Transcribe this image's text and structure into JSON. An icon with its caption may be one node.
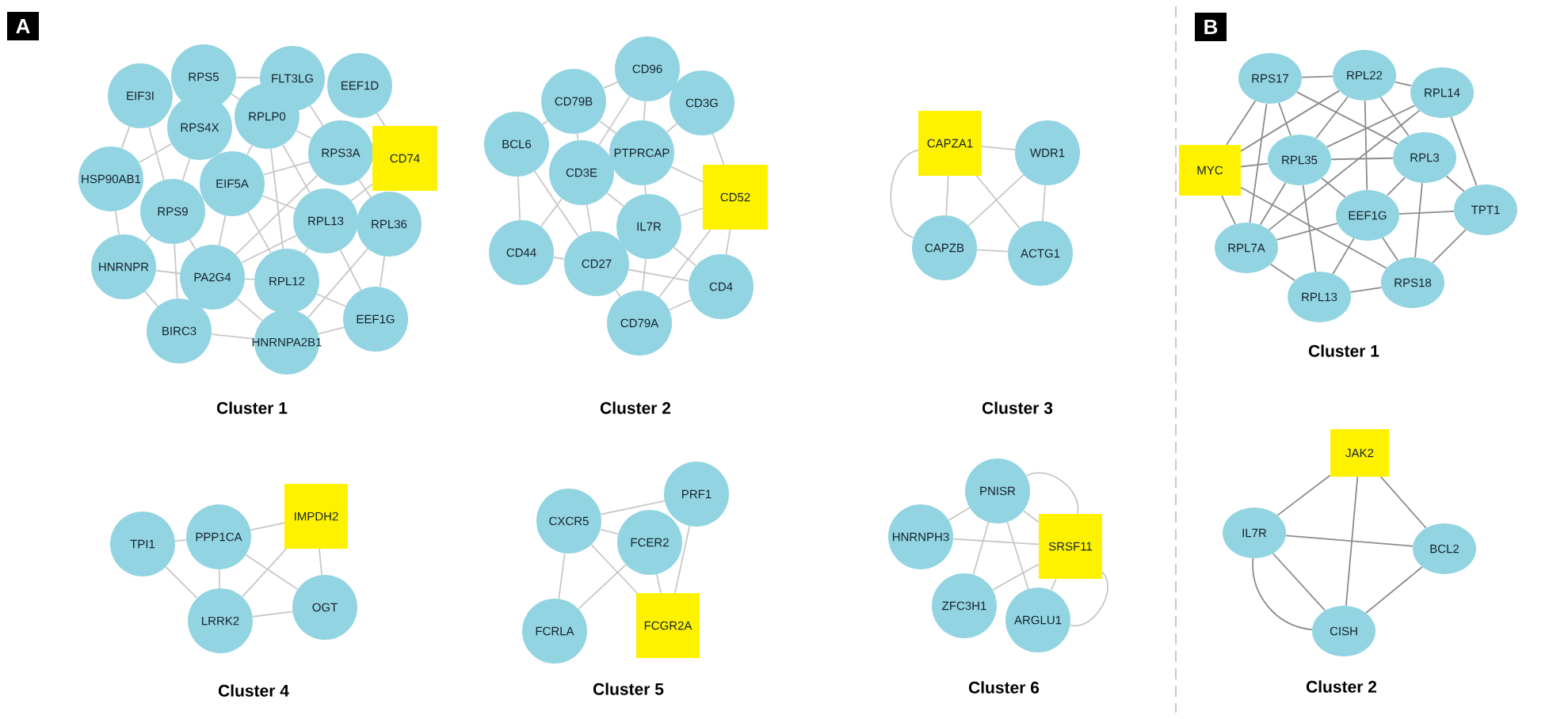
{
  "diagram": {
    "nodes": [
      {
        "text": [
          "RPS5"
        ]
      },
      {
        "text": [
          "FLT3LG"
        ]
      },
      {
        "text": [
          "EEF1D"
        ]
      },
      {
        "text": [
          "EIF3I"
        ]
      },
      {
        "text": [
          "RPS4X"
        ]
      },
      {
        "text": [
          "RPLP0"
        ]
      },
      {
        "text": [
          "RPS3A"
        ]
      },
      {
        "text": [
          "CD74"
        ]
      },
      {
        "text": [
          "HSP90AB1"
        ]
      },
      {
        "text": [
          "EIF5A"
        ]
      },
      {
        "text": [
          "RPS9"
        ]
      },
      {
        "text": [
          "RPL13"
        ]
      },
      {
        "text": [
          "RPL36"
        ]
      },
      {
        "text": [
          "HNRNPR"
        ]
      },
      {
        "text": [
          "PA2G4"
        ]
      },
      {
        "text": [
          "RPL12"
        ]
      },
      {
        "text": [
          "EEF1G"
        ]
      },
      {
        "text": [
          "BIRC3"
        ]
      },
      {
        "text": [
          "HNRNPA2B1"
        ]
      },
      {
        "text": [
          "CD96"
        ]
      },
      {
        "text": [
          "CD79B"
        ]
      },
      {
        "text": [
          "CD3G"
        ]
      },
      {
        "text": [
          "BCL6"
        ]
      },
      {
        "text": [
          "PTPRCAP"
        ]
      },
      {
        "text": [
          "CD3E"
        ]
      },
      {
        "text": [
          "CD52"
        ]
      },
      {
        "text": [
          "IL7R"
        ]
      },
      {
        "text": [
          "CD44"
        ]
      },
      {
        "text": [
          "CD27"
        ]
      },
      {
        "text": [
          "CD4"
        ]
      },
      {
        "text": [
          "CD79A"
        ]
      },
      {
        "text": [
          "CAPZA1"
        ]
      },
      {
        "text": [
          "WDR1"
        ]
      },
      {
        "text": [
          "CAPZB"
        ]
      },
      {
        "text": [
          "ACTG1"
        ]
      },
      {
        "text": [
          "TPI1"
        ]
      },
      {
        "text": [
          "PPP1CA"
        ]
      },
      {
        "text": [
          "IMPDH2"
        ]
      },
      {
        "text": [
          "LRRK2"
        ]
      },
      {
        "text": [
          "OGT"
        ]
      },
      {
        "text": [
          "CXCR5"
        ]
      },
      {
        "text": [
          "PRF1"
        ]
      },
      {
        "text": [
          "FCER2"
        ]
      },
      {
        "text": [
          "FCRLA"
        ]
      },
      {
        "text": [
          "FCGR2A"
        ]
      },
      {
        "text": [
          "PNISR"
        ]
      },
      {
        "text": [
          "HNRNPH3"
        ]
      },
      {
        "text": [
          "SRSF11"
        ]
      },
      {
        "text": [
          "ZFC3H1"
        ]
      },
      {
        "text": [
          "ARGLU1"
        ]
      },
      {
        "text": [
          "RPS17"
        ]
      },
      {
        "text": [
          "RPL22"
        ]
      },
      {
        "text": [
          "RPL14"
        ]
      },
      {
        "text": [
          "MYC"
        ]
      },
      {
        "text": [
          "RPL35"
        ]
      },
      {
        "text": [
          "RPL3"
        ]
      },
      {
        "text": [
          "EEF1G"
        ]
      },
      {
        "text": [
          "TPT1"
        ]
      },
      {
        "text": [
          "RPL7A"
        ]
      },
      {
        "text": [
          "RPL13"
        ]
      },
      {
        "text": [
          "RPS18"
        ]
      },
      {
        "text": [
          "JAK2"
        ]
      },
      {
        "text": [
          "IL7R"
        ]
      },
      {
        "text": [
          "BCL2"
        ]
      },
      {
        "text": [
          "CISH"
        ]
      }
    ],
    "edges": [
      {
        "from": 0,
        "to": 1,
        "arrow": "none"
      },
      {
        "from": 0,
        "to": 5,
        "arrow": "none"
      },
      {
        "from": 1,
        "to": 6,
        "arrow": "none"
      },
      {
        "from": 2,
        "to": 7,
        "arrow": "none"
      },
      {
        "from": 3,
        "to": 8,
        "arrow": "none"
      },
      {
        "from": 3,
        "to": 10,
        "arrow": "none"
      },
      {
        "from": 4,
        "to": 8,
        "arrow": "none"
      },
      {
        "from": 4,
        "to": 10,
        "arrow": "none"
      },
      {
        "from": 5,
        "to": 6,
        "arrow": "none"
      },
      {
        "from": 5,
        "to": 9,
        "arrow": "none"
      },
      {
        "from": 5,
        "to": 11,
        "arrow": "none"
      },
      {
        "from": 5,
        "to": 15,
        "arrow": "none"
      },
      {
        "from": 6,
        "to": 9,
        "arrow": "none"
      },
      {
        "from": 6,
        "to": 12,
        "arrow": "none"
      },
      {
        "from": 6,
        "to": 14,
        "arrow": "none"
      },
      {
        "from": 7,
        "to": 11,
        "arrow": "none"
      },
      {
        "from": 8,
        "to": 13,
        "arrow": "none"
      },
      {
        "from": 9,
        "to": 11,
        "arrow": "none"
      },
      {
        "from": 9,
        "to": 14,
        "arrow": "none"
      },
      {
        "from": 9,
        "to": 15,
        "arrow": "none"
      },
      {
        "from": 10,
        "to": 13,
        "arrow": "none"
      },
      {
        "from": 10,
        "to": 14,
        "arrow": "none"
      },
      {
        "from": 10,
        "to": 17,
        "arrow": "none"
      },
      {
        "from": 11,
        "to": 14,
        "arrow": "none"
      },
      {
        "from": 11,
        "to": 15,
        "arrow": "none"
      },
      {
        "from": 11,
        "to": 16,
        "arrow": "none"
      },
      {
        "from": 12,
        "to": 16,
        "arrow": "none"
      },
      {
        "from": 12,
        "to": 18,
        "arrow": "none"
      },
      {
        "from": 13,
        "to": 14,
        "arrow": "none"
      },
      {
        "from": 13,
        "to": 17,
        "arrow": "none"
      },
      {
        "from": 14,
        "to": 15,
        "arrow": "none"
      },
      {
        "from": 14,
        "to": 18,
        "arrow": "none"
      },
      {
        "from": 15,
        "to": 16,
        "arrow": "none"
      },
      {
        "from": 16,
        "to": 18,
        "arrow": "none"
      },
      {
        "from": 17,
        "to": 18,
        "arrow": "none"
      },
      {
        "from": 19,
        "to": 20,
        "arrow": "none"
      },
      {
        "from": 19,
        "to": 23,
        "arrow": "none"
      },
      {
        "from": 19,
        "to": 24,
        "arrow": "none"
      },
      {
        "from": 20,
        "to": 22,
        "arrow": "none"
      },
      {
        "from": 20,
        "to": 23,
        "arrow": "none"
      },
      {
        "from": 20,
        "to": 24,
        "arrow": "none"
      },
      {
        "from": 21,
        "to": 23,
        "arrow": "none"
      },
      {
        "from": 21,
        "to": 25,
        "arrow": "none"
      },
      {
        "from": 22,
        "to": 27,
        "arrow": "none"
      },
      {
        "from": 22,
        "to": 28,
        "arrow": "none"
      },
      {
        "from": 23,
        "to": 25,
        "arrow": "none"
      },
      {
        "from": 23,
        "to": 26,
        "arrow": "none"
      },
      {
        "from": 24,
        "to": 26,
        "arrow": "none"
      },
      {
        "from": 24,
        "to": 27,
        "arrow": "none"
      },
      {
        "from": 24,
        "to": 28,
        "arrow": "none"
      },
      {
        "from": 25,
        "to": 26,
        "arrow": "none"
      },
      {
        "from": 25,
        "to": 29,
        "arrow": "none"
      },
      {
        "from": 25,
        "to": 30,
        "arrow": "none"
      },
      {
        "from": 26,
        "to": 29,
        "arrow": "none"
      },
      {
        "from": 26,
        "to": 30,
        "arrow": "none"
      },
      {
        "from": 27,
        "to": 28,
        "arrow": "none"
      },
      {
        "from": 28,
        "to": 29,
        "arrow": "none"
      },
      {
        "from": 28,
        "to": 30,
        "arrow": "none"
      },
      {
        "from": 29,
        "to": 30,
        "arrow": "none"
      },
      {
        "from": 31,
        "to": 32,
        "arrow": "none"
      },
      {
        "from": 31,
        "to": 33,
        "arrow": "none"
      },
      {
        "from": 31,
        "to": 33,
        "arrow": "none"
      },
      {
        "from": 31,
        "to": 34,
        "arrow": "none"
      },
      {
        "from": 32,
        "to": 33,
        "arrow": "none"
      },
      {
        "from": 32,
        "to": 34,
        "arrow": "none"
      },
      {
        "from": 33,
        "to": 34,
        "arrow": "none"
      },
      {
        "from": 35,
        "to": 36,
        "arrow": "none"
      },
      {
        "from": 36,
        "to": 37,
        "arrow": "none"
      },
      {
        "from": 35,
        "to": 38,
        "arrow": "none"
      },
      {
        "from": 36,
        "to": 38,
        "arrow": "none"
      },
      {
        "from": 36,
        "to": 39,
        "arrow": "none"
      },
      {
        "from": 37,
        "to": 38,
        "arrow": "none"
      },
      {
        "from": 37,
        "to": 39,
        "arrow": "none"
      },
      {
        "from": 38,
        "to": 39,
        "arrow": "none"
      },
      {
        "from": 40,
        "to": 41,
        "arrow": "none"
      },
      {
        "from": 40,
        "to": 42,
        "arrow": "none"
      },
      {
        "from": 40,
        "to": 43,
        "arrow": "none"
      },
      {
        "from": 40,
        "to": 44,
        "arrow": "none"
      },
      {
        "from": 42,
        "to": 43,
        "arrow": "none"
      },
      {
        "from": 42,
        "to": 44,
        "arrow": "none"
      },
      {
        "from": 41,
        "to": 44,
        "arrow": "none"
      },
      {
        "from": 45,
        "to": 46,
        "arrow": "none"
      },
      {
        "from": 45,
        "to": 47,
        "arrow": "none"
      },
      {
        "from": 45,
        "to": 47,
        "arrow": "none"
      },
      {
        "from": 46,
        "to": 47,
        "arrow": "none"
      },
      {
        "from": 45,
        "to": 48,
        "arrow": "none"
      },
      {
        "from": 45,
        "to": 49,
        "arrow": "none"
      },
      {
        "from": 47,
        "to": 48,
        "arrow": "none"
      },
      {
        "from": 47,
        "to": 49,
        "arrow": "none"
      },
      {
        "from": 47,
        "to": 49,
        "arrow": "none"
      },
      {
        "from": 50,
        "to": 51,
        "arrow": "none",
        "color": "#8c8c8c"
      },
      {
        "from": 50,
        "to": 53,
        "arrow": "none",
        "color": "#8c8c8c"
      },
      {
        "from": 50,
        "to": 54,
        "arrow": "none",
        "color": "#8c8c8c"
      },
      {
        "from": 50,
        "to": 55,
        "arrow": "none",
        "color": "#8c8c8c"
      },
      {
        "from": 50,
        "to": 58,
        "arrow": "none",
        "color": "#8c8c8c"
      },
      {
        "from": 51,
        "to": 52,
        "arrow": "none",
        "color": "#8c8c8c"
      },
      {
        "from": 51,
        "to": 53,
        "arrow": "none",
        "color": "#8c8c8c"
      },
      {
        "from": 51,
        "to": 54,
        "arrow": "none",
        "color": "#8c8c8c"
      },
      {
        "from": 51,
        "to": 55,
        "arrow": "none",
        "color": "#8c8c8c"
      },
      {
        "from": 51,
        "to": 56,
        "arrow": "none",
        "color": "#8c8c8c"
      },
      {
        "from": 52,
        "to": 54,
        "arrow": "none",
        "color": "#8c8c8c"
      },
      {
        "from": 52,
        "to": 57,
        "arrow": "none",
        "color": "#8c8c8c"
      },
      {
        "from": 52,
        "to": 58,
        "arrow": "none",
        "color": "#8c8c8c"
      },
      {
        "from": 53,
        "to": 54,
        "arrow": "none",
        "color": "#8c8c8c"
      },
      {
        "from": 53,
        "to": 58,
        "arrow": "none",
        "color": "#8c8c8c"
      },
      {
        "from": 53,
        "to": 60,
        "arrow": "none",
        "color": "#8c8c8c"
      },
      {
        "from": 54,
        "to": 55,
        "arrow": "none",
        "color": "#8c8c8c"
      },
      {
        "from": 54,
        "to": 56,
        "arrow": "none",
        "color": "#8c8c8c"
      },
      {
        "from": 54,
        "to": 58,
        "arrow": "none",
        "color": "#8c8c8c"
      },
      {
        "from": 54,
        "to": 59,
        "arrow": "none",
        "color": "#8c8c8c"
      },
      {
        "from": 55,
        "to": 56,
        "arrow": "none",
        "color": "#8c8c8c"
      },
      {
        "from": 55,
        "to": 57,
        "arrow": "none",
        "color": "#8c8c8c"
      },
      {
        "from": 55,
        "to": 60,
        "arrow": "none",
        "color": "#8c8c8c"
      },
      {
        "from": 56,
        "to": 57,
        "arrow": "none",
        "color": "#8c8c8c"
      },
      {
        "from": 56,
        "to": 58,
        "arrow": "none",
        "color": "#8c8c8c"
      },
      {
        "from": 56,
        "to": 59,
        "arrow": "none",
        "color": "#8c8c8c"
      },
      {
        "from": 56,
        "to": 60,
        "arrow": "none",
        "color": "#8c8c8c"
      },
      {
        "from": 57,
        "to": 60,
        "arrow": "none",
        "color": "#8c8c8c"
      },
      {
        "from": 58,
        "to": 59,
        "arrow": "none",
        "color": "#8c8c8c"
      },
      {
        "from": 59,
        "to": 60,
        "arrow": "none",
        "color": "#8c8c8c"
      },
      {
        "from": 61,
        "to": 62,
        "arrow": "none",
        "color": "#8c8c8c"
      },
      {
        "from": 61,
        "to": 64,
        "arrow": "none",
        "color": "#8c8c8c"
      },
      {
        "from": 61,
        "to": 63,
        "arrow": "none",
        "color": "#8c8c8c"
      },
      {
        "from": 62,
        "to": 63,
        "arrow": "none",
        "color": "#8c8c8c"
      },
      {
        "from": 62,
        "to": 64,
        "arrow": "none",
        "color": "#8c8c8c"
      },
      {
        "from": 62,
        "to": 64,
        "arrow": "none",
        "color": "#8c8c8c"
      },
      {
        "from": 63,
        "to": 64,
        "arrow": "none",
        "color": "#8c8c8c"
      }
    ],
    "labels": [
      "A",
      "Cluster 1",
      "Cluster 2",
      "Cluster 3",
      "Cluster 4",
      "Cluster 5",
      "Cluster 6",
      "B",
      "Cluster 1",
      "Cluster 2"
    ]
  }
}
